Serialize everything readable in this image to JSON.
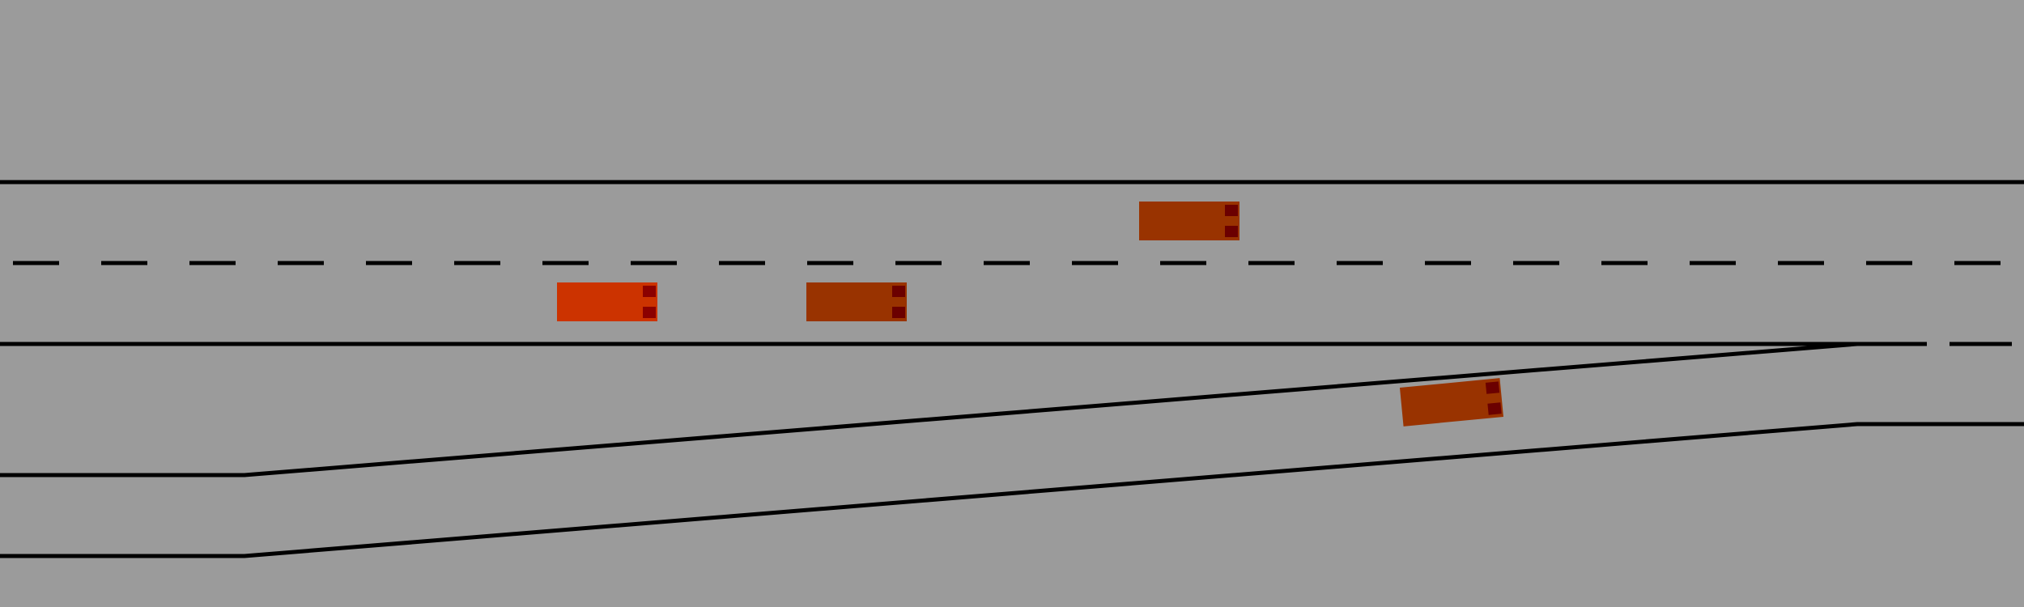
{
  "scene": {
    "background_color": "#9b9b9b",
    "line_color": "#000000"
  },
  "vehicles": [
    {
      "id": "ego-vehicle",
      "role": "ego",
      "body_color": "#cc3300",
      "light_color": "#8b0000"
    },
    {
      "id": "vehicle-1",
      "role": "other",
      "body_color": "#993300",
      "light_color": "#6b0000"
    },
    {
      "id": "vehicle-2",
      "role": "other",
      "body_color": "#993300",
      "light_color": "#6b0000"
    },
    {
      "id": "vehicle-3",
      "role": "other",
      "body_color": "#993300",
      "light_color": "#6b0000"
    }
  ]
}
